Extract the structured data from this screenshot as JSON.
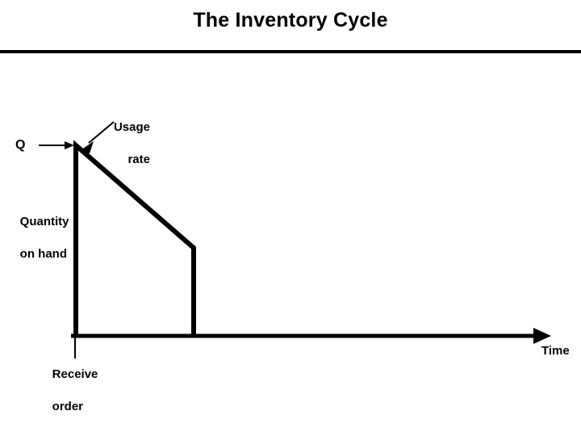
{
  "slide": {
    "title": "The Inventory Cycle",
    "background_color": "#ffffff",
    "ink_color": "#000000"
  },
  "labels": {
    "usage_rate_line1": "Usage",
    "usage_rate_line2": "rate",
    "order_quantity": "Q",
    "quantity_on_hand_line1": "Quantity",
    "quantity_on_hand_line2": "on hand",
    "receive_order_line1": "Receive",
    "receive_order_line2": "order",
    "time_axis": "Time"
  },
  "chart_data": {
    "type": "line",
    "title": "The Inventory Cycle",
    "xlabel": "Time",
    "ylabel": "Quantity on hand",
    "grid": false,
    "legend": "none",
    "annotations": [
      {
        "text": "Usage rate",
        "target": "sloped-depletion-segment"
      },
      {
        "text": "Q",
        "target": "peak-inventory-level"
      },
      {
        "text": "Receive order",
        "target": "replenishment-point-on-time-axis"
      }
    ],
    "series": [
      {
        "name": "Inventory level",
        "points": [
          {
            "x": 0,
            "y": 0
          },
          {
            "x": 0,
            "y": 100
          },
          {
            "x": 62,
            "y": 46
          },
          {
            "x": 62,
            "y": 0
          }
        ]
      }
    ],
    "xlim": [
      0,
      250
    ],
    "ylim": [
      0,
      100
    ],
    "tick_labels": {
      "x": [],
      "y": []
    }
  }
}
